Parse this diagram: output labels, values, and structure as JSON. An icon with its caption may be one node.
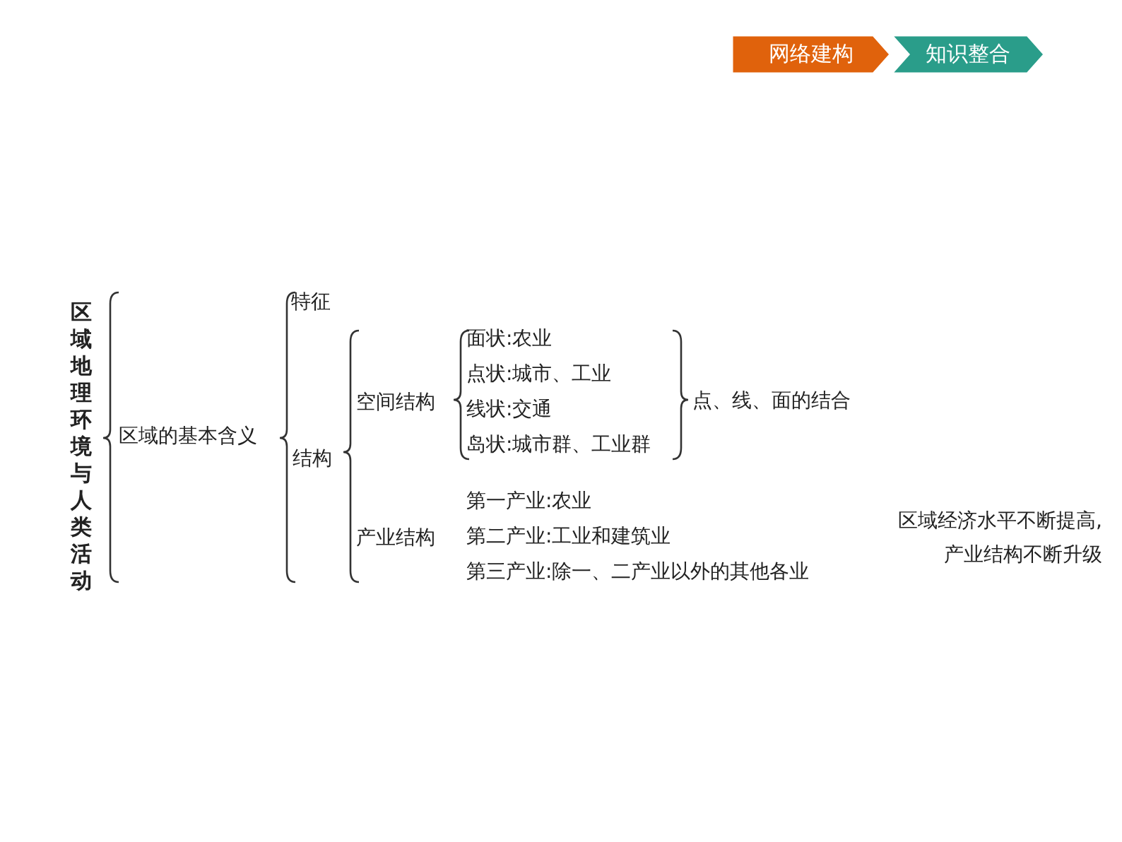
{
  "diagram": {
    "nodes": [
      {
        "text": [
          "网络建构"
        ]
      },
      {
        "text": [
          "知识整合"
        ]
      }
    ],
    "labels": [
      "区域地理环境与人类活动",
      "特征",
      "面状:农业",
      "点状:城市、工业",
      "空间结构",
      "线状:交通",
      "点、线、面的结合",
      "区域的基本含义",
      "岛状:城市群、工业群",
      "结构",
      "第一产业:农业",
      "区域经济水平不断提高,产业结构不断升级",
      "产业结构",
      "第二产业:工业和建筑业",
      "第三产业:除一、二产业以外的其他各业"
    ]
  }
}
